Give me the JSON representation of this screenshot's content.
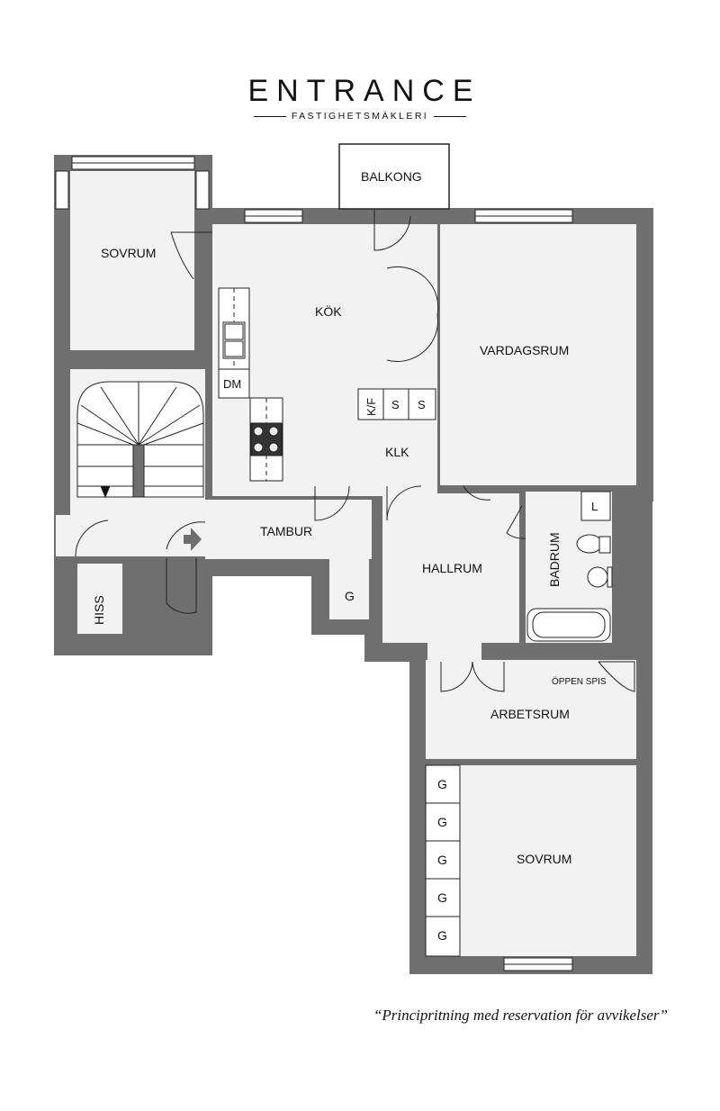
{
  "brand": {
    "name": "ENTRANCE",
    "subtitle": "FASTIGHETSMÄKLERI"
  },
  "rooms": {
    "sovrum_top": "SOVRUM",
    "balkong": "BALKONG",
    "kok": "KÖK",
    "vardagsrum": "VARDAGSRUM",
    "dm": "DM",
    "kf": "K/F",
    "s1": "S",
    "s2": "S",
    "klk": "KLK",
    "tambur": "TAMBUR",
    "hallrum": "HALLRUM",
    "g_hall": "G",
    "badrum": "BADRUM",
    "l": "L",
    "hiss": "HISS",
    "oppen_spis": "ÖPPEN SPIS",
    "arbetsrum": "ARBETSRUM",
    "sovrum_bottom": "SOVRUM",
    "wardrobes": [
      "G",
      "G",
      "G",
      "G",
      "G"
    ]
  },
  "footer": {
    "disclaimer": "“Principritning med reservation för avvikelser”"
  },
  "colors": {
    "wall": "#6f6f6f",
    "floor": "#f2f2f2",
    "line": "#222222"
  }
}
